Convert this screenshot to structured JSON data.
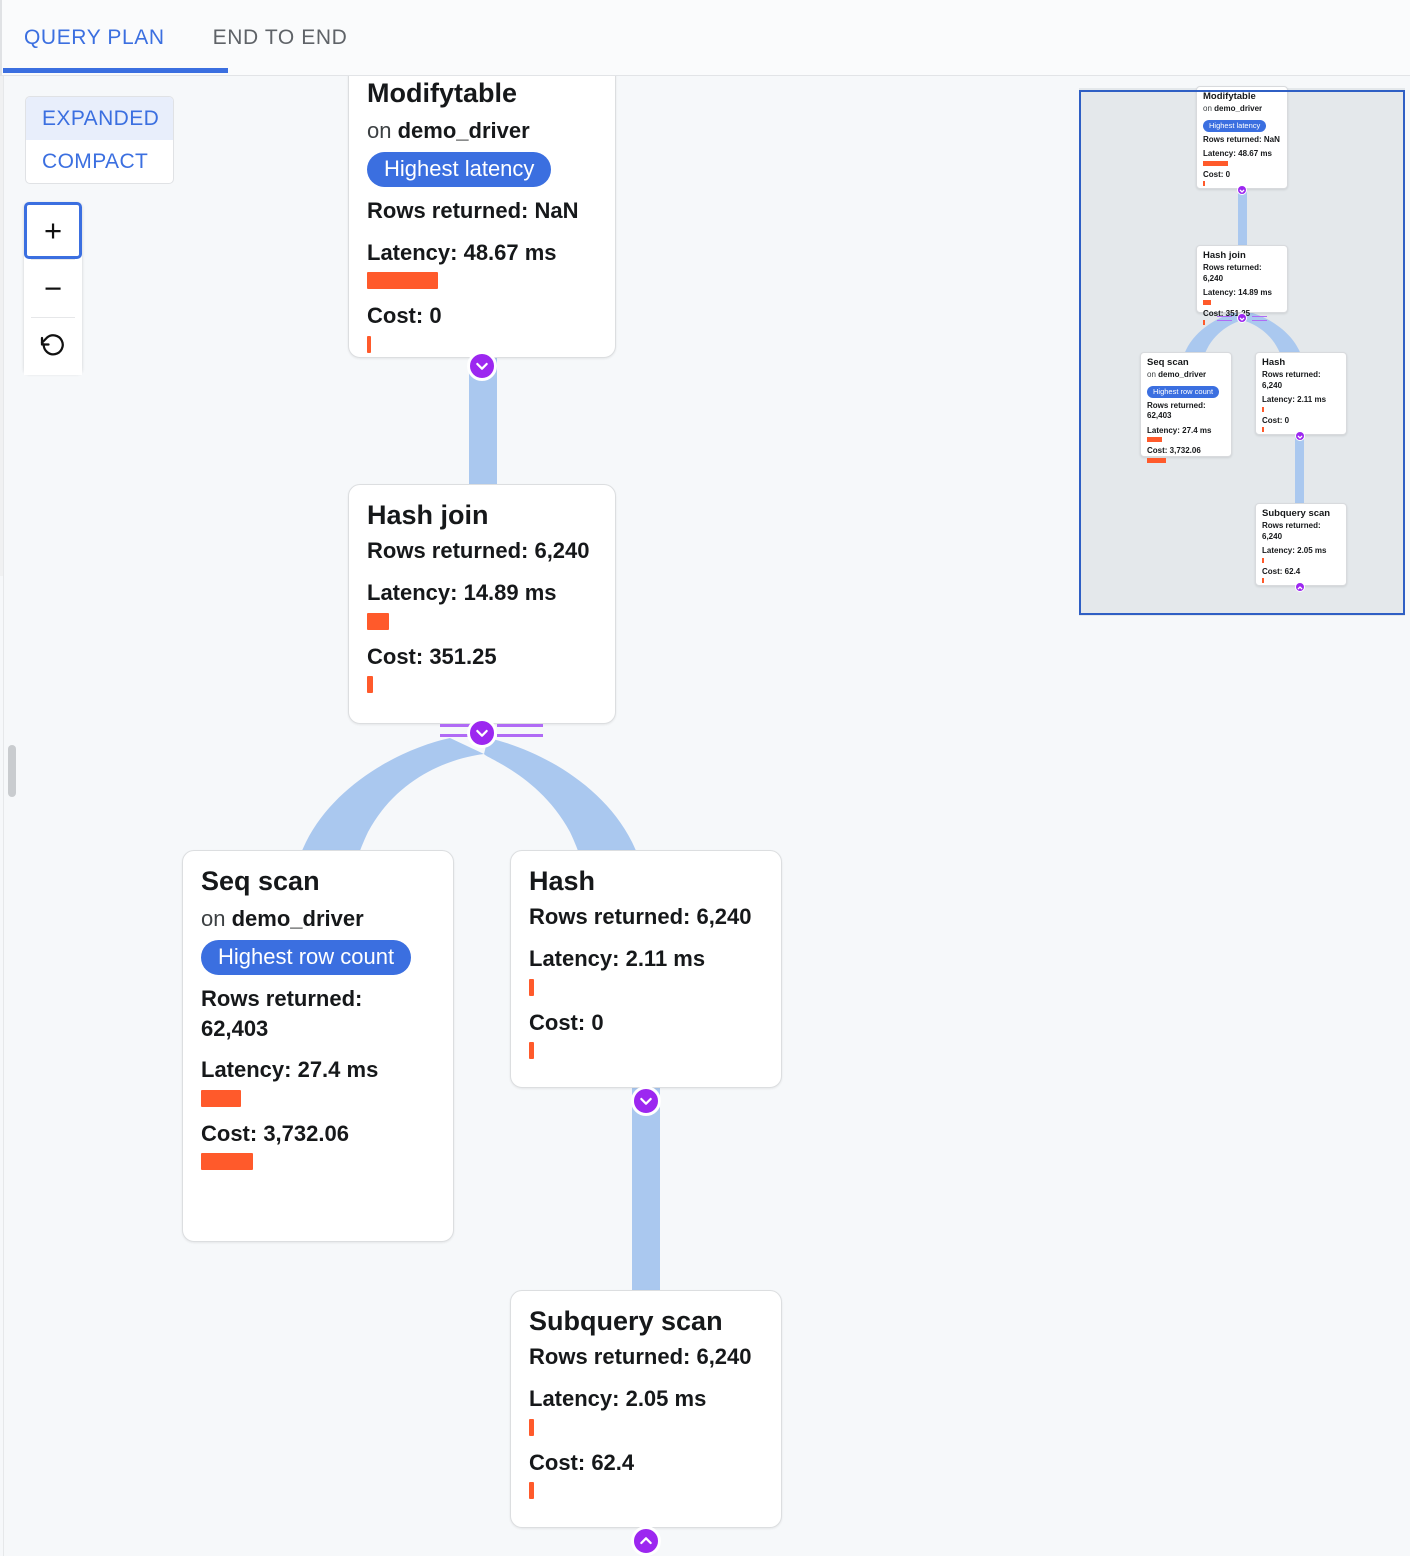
{
  "tabs": [
    {
      "label": "QUERY PLAN",
      "active": true
    },
    {
      "label": "END TO END",
      "active": false
    }
  ],
  "mode_toggle": {
    "expanded_label": "EXPANDED",
    "compact_label": "COMPACT",
    "selected": "EXPANDED"
  },
  "zoom_controls": {
    "zoom_in_label": "+",
    "zoom_out_label": "−",
    "reset_label": "↺"
  },
  "colors": {
    "accent_blue": "#3b6fe0",
    "badge_blue": "#3b6fe0",
    "bar_orange": "#ff5a2b",
    "edge_blue": "#aac8ef",
    "handle_purple": "#9c27f0",
    "junction_purple": "#b06bf5",
    "canvas_bg": "#f6f8fa",
    "minimap_bg": "#e4e8eb",
    "minimap_border": "#2f5fc4"
  },
  "labels": {
    "on_prefix": "on",
    "rows_returned_prefix": "Rows returned:",
    "latency_prefix": "Latency:",
    "cost_prefix": "Cost:"
  },
  "nodes": [
    {
      "id": "modifytable",
      "title": "Modifytable",
      "relation": "demo_driver",
      "badge": "Highest latency",
      "rows_returned": "Rows returned: NaN",
      "latency": "Latency: 48.67 ms",
      "latency_bar_width": 71,
      "cost": "Cost: 0",
      "cost_bar_width": 4,
      "handle_icon": "chevron-down-icon"
    },
    {
      "id": "hash-join",
      "title": "Hash join",
      "relation": null,
      "badge": null,
      "rows_returned": "Rows returned: 6,240",
      "latency": "Latency: 14.89 ms",
      "latency_bar_width": 22,
      "cost": "Cost: 351.25",
      "cost_bar_width": 6,
      "handle_icon": "chevron-down-icon"
    },
    {
      "id": "seq-scan",
      "title": "Seq scan",
      "relation": "demo_driver",
      "badge": "Highest row count",
      "rows_returned": "Rows returned: 62,403",
      "latency": "Latency: 27.4 ms",
      "latency_bar_width": 40,
      "cost": "Cost: 3,732.06",
      "cost_bar_width": 52,
      "handle_icon": null
    },
    {
      "id": "hash",
      "title": "Hash",
      "relation": null,
      "badge": null,
      "rows_returned": "Rows returned: 6,240",
      "latency": "Latency: 2.11 ms",
      "latency_bar_width": 5,
      "cost": "Cost: 0",
      "cost_bar_width": 5,
      "handle_icon": "chevron-down-icon"
    },
    {
      "id": "subquery-scan",
      "title": "Subquery scan",
      "relation": null,
      "badge": null,
      "rows_returned": "Rows returned: 6,240",
      "latency": "Latency: 2.05 ms",
      "latency_bar_width": 5,
      "cost": "Cost: 62.4",
      "cost_bar_width": 5,
      "handle_icon": "chevron-up-icon"
    }
  ],
  "edges": [
    {
      "from": "modifytable",
      "to": "hash-join"
    },
    {
      "from": "hash-join",
      "to": "seq-scan"
    },
    {
      "from": "hash-join",
      "to": "hash"
    },
    {
      "from": "hash",
      "to": "subquery-scan"
    }
  ],
  "minimap": {
    "present": true,
    "viewport_visible": true
  }
}
